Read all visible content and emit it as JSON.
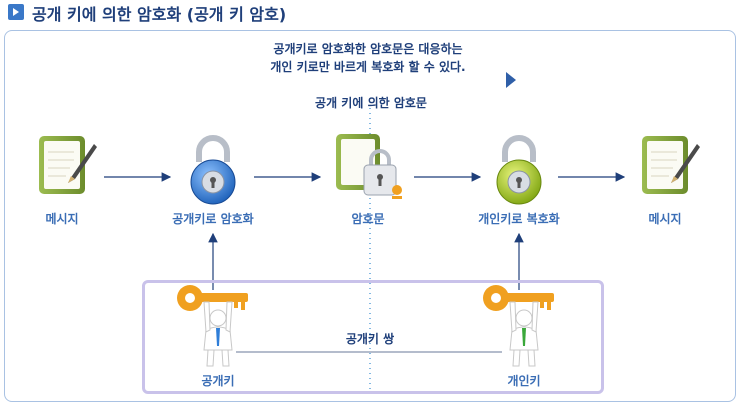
{
  "title": "공개 키에 의한 암호화 (공개 키 암호)",
  "note": {
    "line1": "공개키로 암호화한 암호문은 대응하는",
    "line2": "개인 키로만 바르게 복호화 할 수 있다."
  },
  "banner": "공개 키에 의한 암호문",
  "steps": {
    "message_left": "메시지",
    "encrypt": "공개키로 암호화",
    "ciphertext": "암호문",
    "decrypt": "개인키로 복호화",
    "message_right": "메시지"
  },
  "keys": {
    "pair_label": "공개키 쌍",
    "public_key": "공개키",
    "private_key": "개인키"
  },
  "colors": {
    "title": "#1f3f7a",
    "label": "#3a6db5",
    "arrow": "#1f3f7a",
    "public_lock": "#2f7ed8",
    "private_lock": "#a6c81e",
    "key": "#f0a020",
    "document": "#7fa03c"
  }
}
